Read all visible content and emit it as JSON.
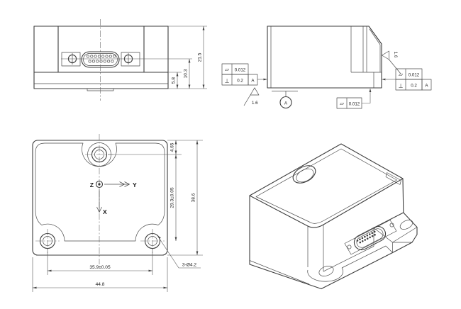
{
  "front_view": {
    "dim_step": "5.8",
    "dim_connector_center": "10.3",
    "dim_height": "21.5"
  },
  "side_view": {
    "frame_left": {
      "flatness_symbol": "▱",
      "flatness_value": "0.012",
      "perp_symbol": "⊥",
      "perp_value": "0.2",
      "datum_ref": "A"
    },
    "frame_right": {
      "flatness_symbol": "▱",
      "flatness_value": "0.012",
      "perp_symbol": "⊥",
      "perp_value": "0.2",
      "datum_ref": "A"
    },
    "frame_bottom": {
      "flatness_symbol": "▱",
      "flatness_value": "0.012"
    },
    "roughness_left": "1.6",
    "roughness_right": "1.6",
    "datum_label": "A"
  },
  "top_view": {
    "axis_z": "Z",
    "axis_y": "Y",
    "axis_x": "X",
    "dim_hole_offset": "4.65",
    "dim_hole_spacing_v": "29.3±0.05",
    "dim_height": "38.6",
    "dim_hole_spacing_h": "35.9±0.05",
    "dim_width": "44.8",
    "hole_callout": "3-Ø4.2"
  }
}
